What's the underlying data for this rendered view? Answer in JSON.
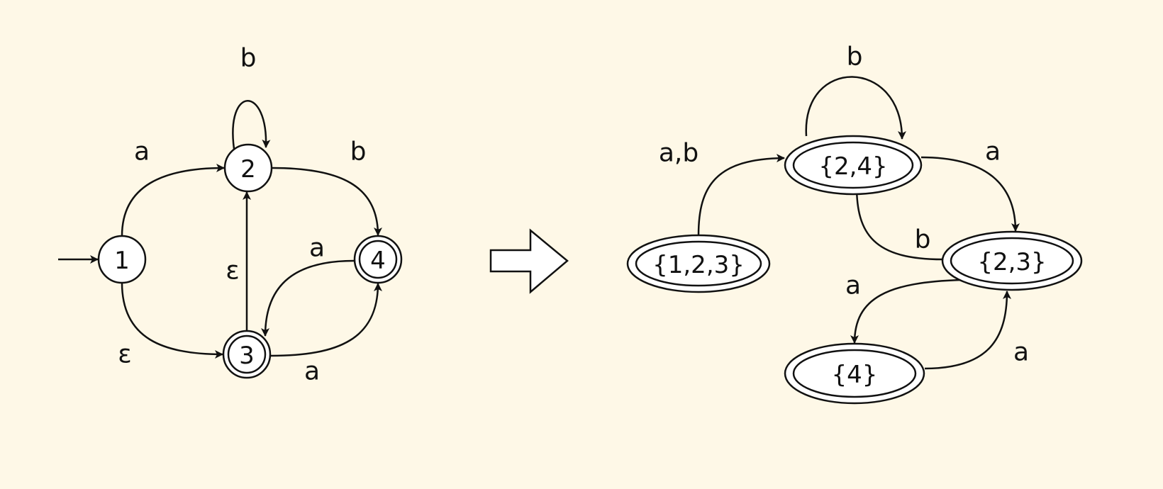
{
  "nfa": {
    "states": [
      {
        "id": "1",
        "label": "1",
        "start": true,
        "accepting": false
      },
      {
        "id": "2",
        "label": "2",
        "start": false,
        "accepting": false
      },
      {
        "id": "3",
        "label": "3",
        "start": false,
        "accepting": true
      },
      {
        "id": "4",
        "label": "4",
        "start": false,
        "accepting": true
      }
    ],
    "transitions": [
      {
        "from": "1",
        "to": "2",
        "label": "a"
      },
      {
        "from": "1",
        "to": "3",
        "label": "ε"
      },
      {
        "from": "2",
        "to": "2",
        "label": "b"
      },
      {
        "from": "2",
        "to": "4",
        "label": "b"
      },
      {
        "from": "3",
        "to": "2",
        "label": "ε"
      },
      {
        "from": "3",
        "to": "4",
        "label": "a"
      },
      {
        "from": "4",
        "to": "3",
        "label": "a"
      }
    ]
  },
  "dfa": {
    "states": [
      {
        "id": "123",
        "label": "{1,2,3}",
        "accepting": true
      },
      {
        "id": "24",
        "label": "{2,4}",
        "accepting": true
      },
      {
        "id": "23",
        "label": "{2,3}",
        "accepting": true
      },
      {
        "id": "4",
        "label": "{4}",
        "accepting": true
      }
    ],
    "transitions": [
      {
        "from": "123",
        "to": "24",
        "label": "a,b"
      },
      {
        "from": "24",
        "to": "24",
        "label": "b"
      },
      {
        "from": "24",
        "to": "23",
        "label": "a"
      },
      {
        "from": "23",
        "to": "24",
        "label": "b"
      },
      {
        "from": "23",
        "to": "4",
        "label": "a"
      },
      {
        "from": "4",
        "to": "23",
        "label": "a"
      }
    ]
  }
}
